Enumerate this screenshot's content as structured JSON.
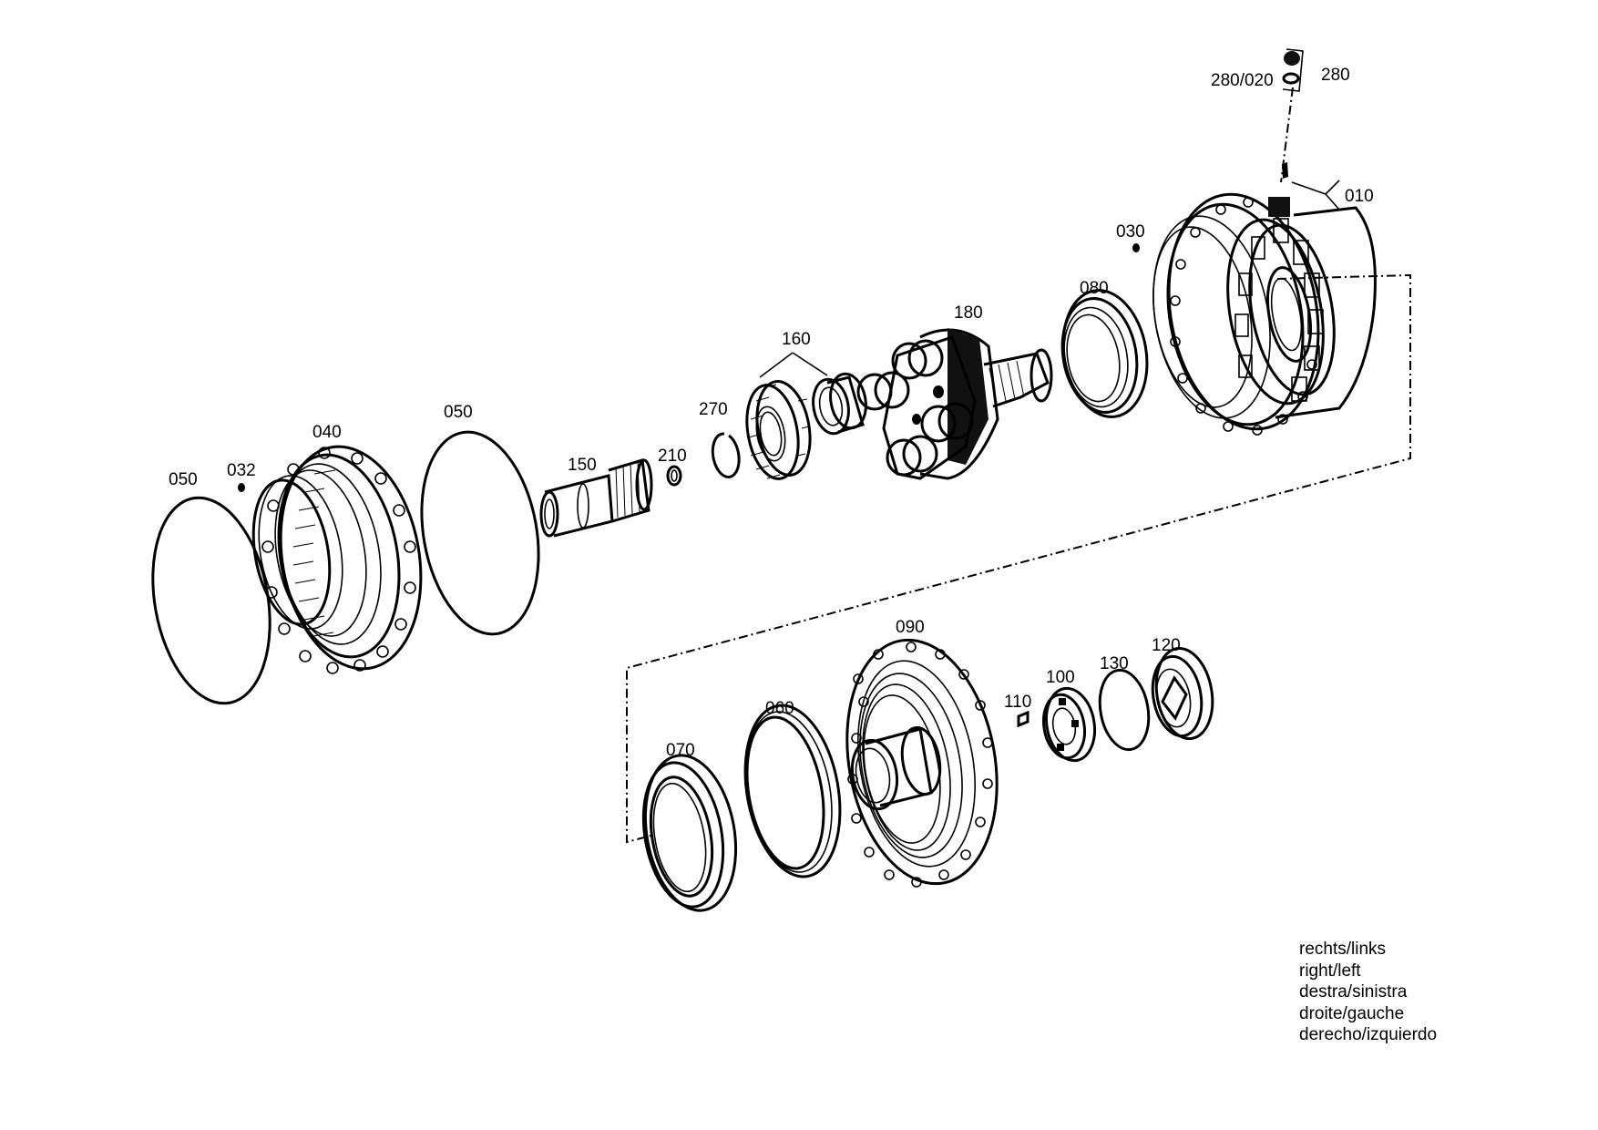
{
  "labels": {
    "p010": "010",
    "p030": "030",
    "p032": "032",
    "p040": "040",
    "p050a": "050",
    "p050b": "050",
    "p060": "060",
    "p070": "070",
    "p080": "080",
    "p090": "090",
    "p100": "100",
    "p110": "110",
    "p120": "120",
    "p130": "130",
    "p150": "150",
    "p160": "160",
    "p180": "180",
    "p210": "210",
    "p270": "270",
    "p280": "280",
    "p280_020": "280/020"
  },
  "legend": [
    "rechts/links",
    "right/left",
    "destra/sinistra",
    "droite/gauche",
    "derecho/izquierdo"
  ]
}
